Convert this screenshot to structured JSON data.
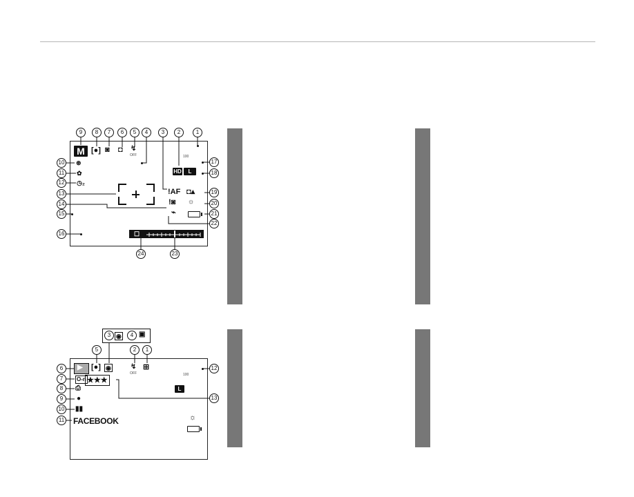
{
  "shooting": {
    "callouts": [
      "1",
      "2",
      "3",
      "4",
      "5",
      "6",
      "7",
      "8",
      "9",
      "10",
      "11",
      "12",
      "13",
      "14",
      "15",
      "16",
      "17",
      "18",
      "19",
      "20",
      "21",
      "22",
      "23",
      "24"
    ],
    "mode_label": "M",
    "hd_label": "HD",
    "size_label": "L",
    "af_label": "!AF",
    "flash_label": "OFF",
    "iso_label": "100"
  },
  "playback": {
    "callouts": [
      "1",
      "2",
      "3",
      "4",
      "5",
      "6",
      "7",
      "8",
      "9",
      "10",
      "11",
      "12",
      "13"
    ],
    "facebook_label": "FACEBOOK",
    "size_label": "L",
    "flash_label": "OFF",
    "iso_label": "100",
    "stars_label": "★★★"
  },
  "colors": {
    "bar": "#777777",
    "rule": "#b5b5b5",
    "ink": "#111111"
  }
}
